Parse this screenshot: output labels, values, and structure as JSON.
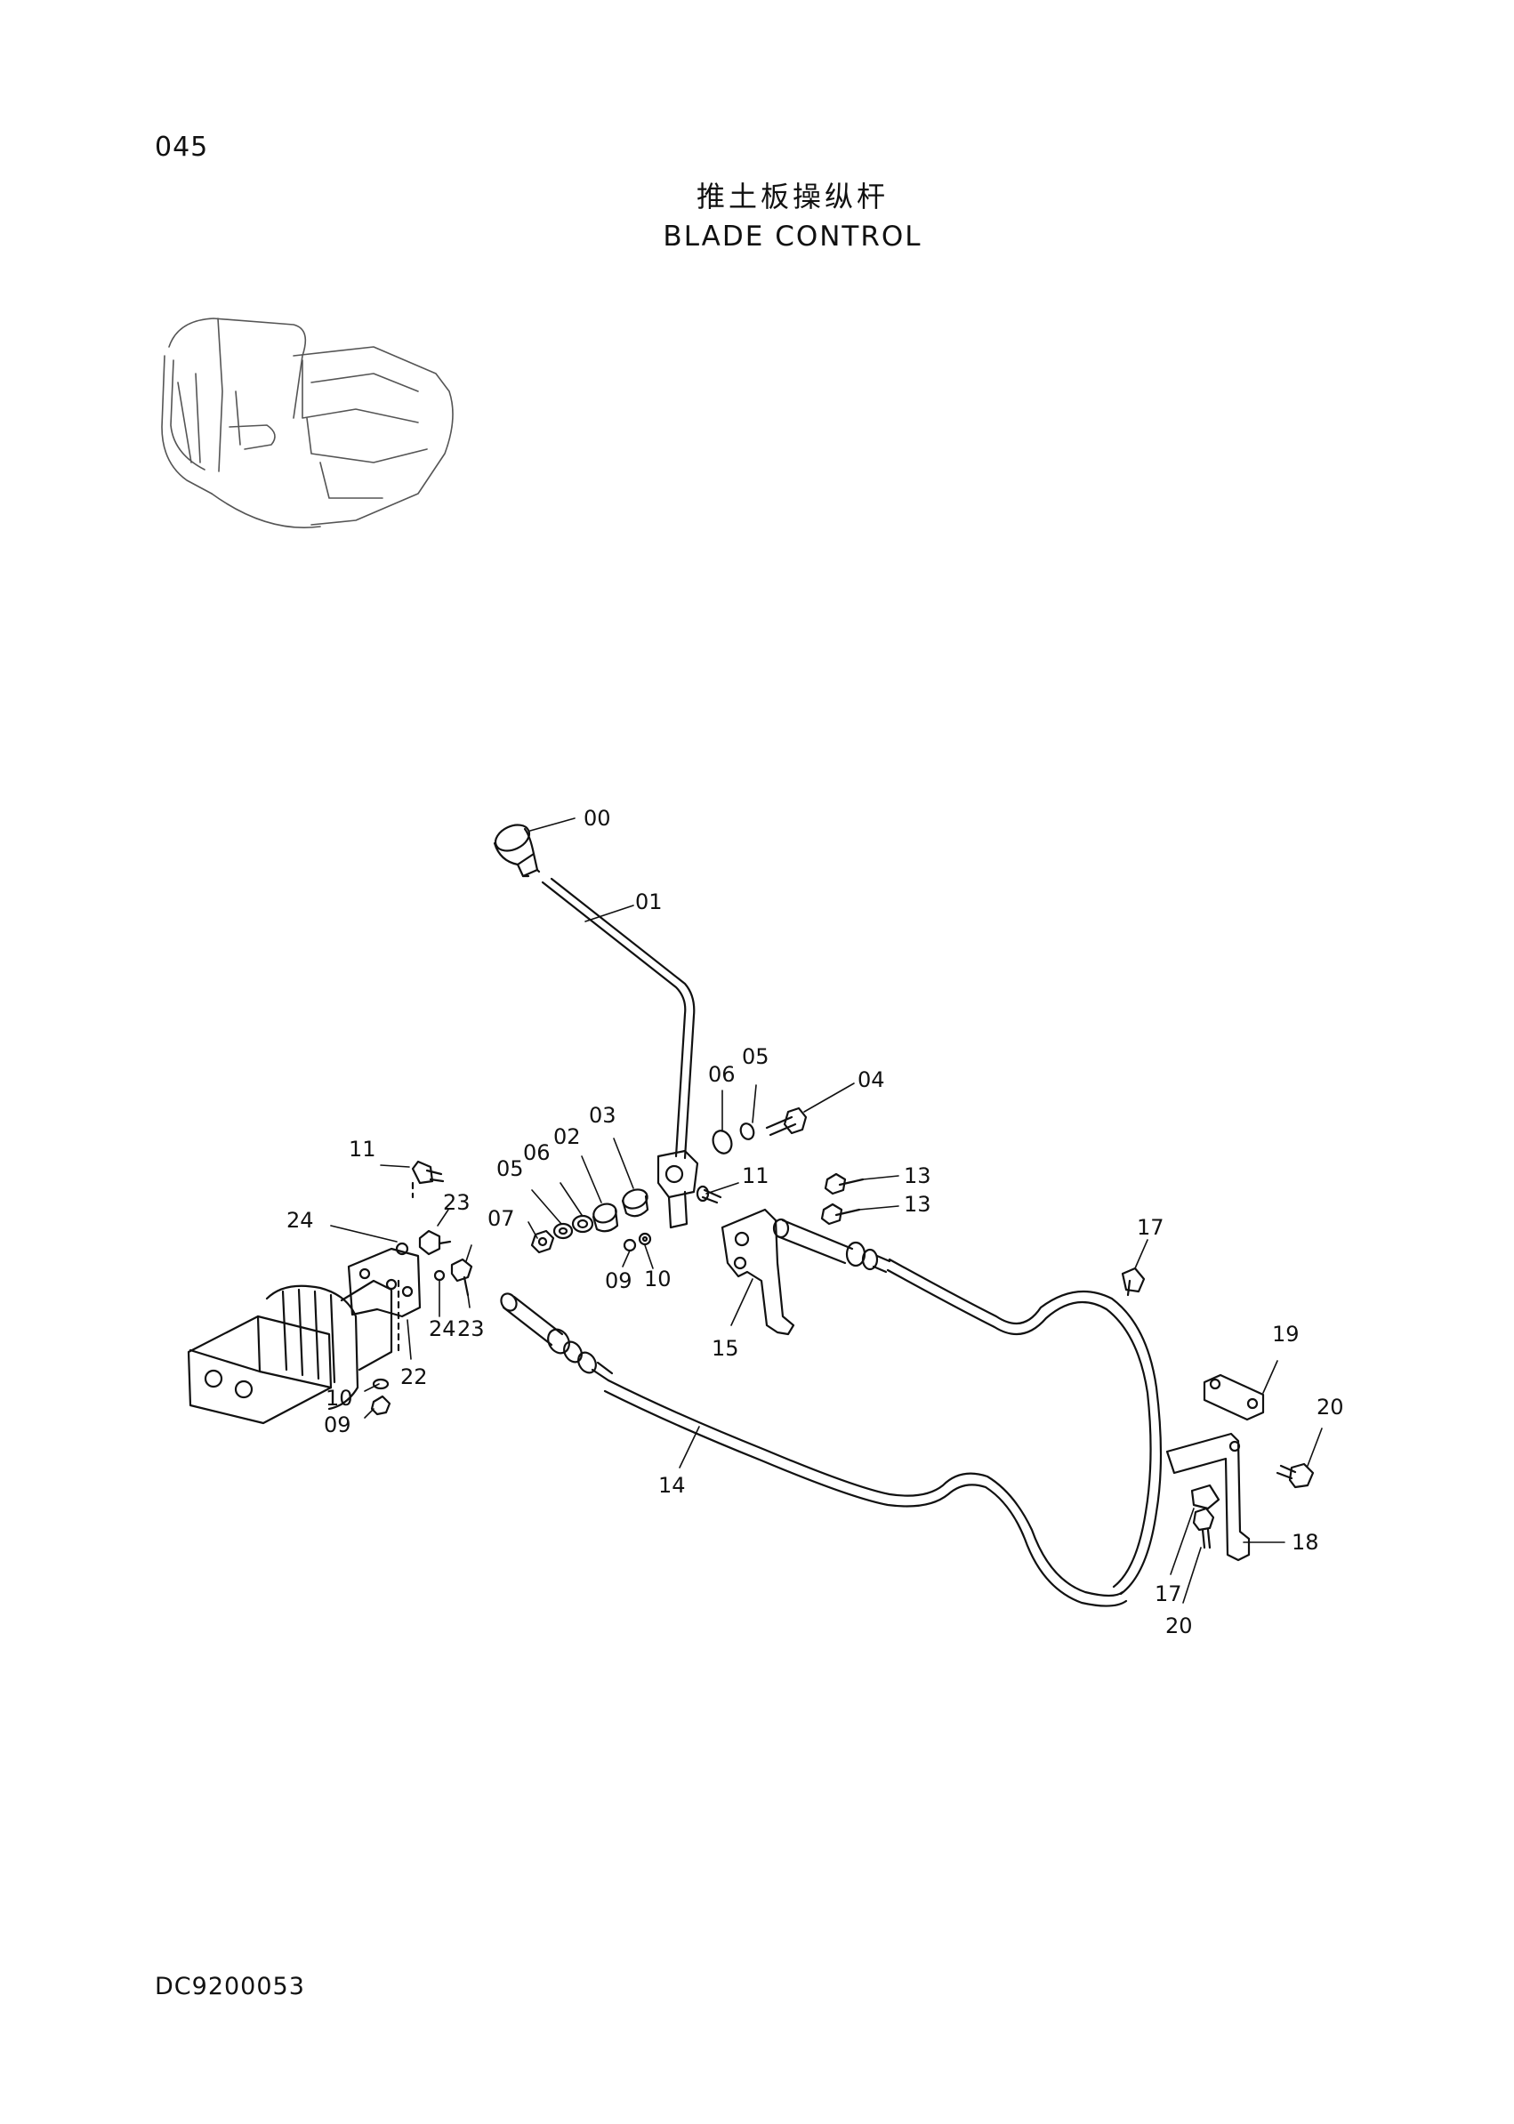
{
  "page_number": "045",
  "title_cn": "推土板操纵杆",
  "title_en": "BLADE CONTROL",
  "document_code": "DC9200053",
  "callouts": [
    "00",
    "01",
    "02",
    "03",
    "04",
    "05",
    "05",
    "06",
    "06",
    "07",
    "09",
    "09",
    "10",
    "10",
    "11",
    "11",
    "13",
    "13",
    "14",
    "15",
    "17",
    "17",
    "18",
    "19",
    "20",
    "20",
    "22",
    "23",
    "23",
    "24",
    "24"
  ]
}
